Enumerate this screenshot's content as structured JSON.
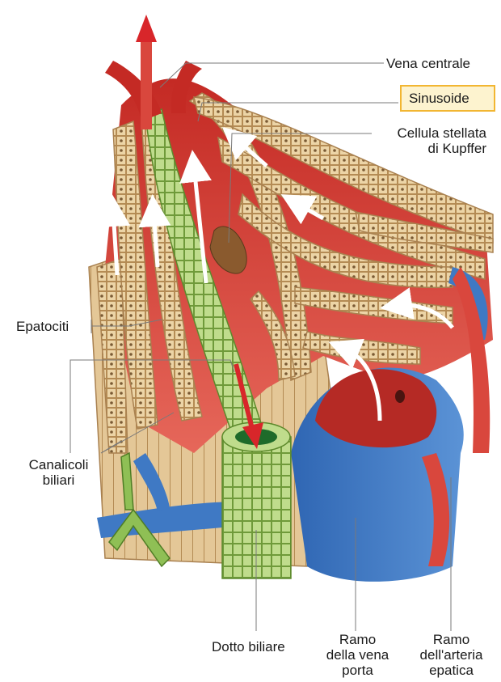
{
  "labels": {
    "vena_centrale": "Vena centrale",
    "sinusoide": "Sinusoide",
    "cellula_stellata_1": "Cellula stellata",
    "cellula_stellata_2": "di Kupffer",
    "epatociti": "Epatociti",
    "canalicoli_1": "Canalicoli",
    "canalicoli_2": "biliari",
    "dotto_biliare": "Dotto biliare",
    "ramo_vena_1": "Ramo",
    "ramo_vena_2": "della vena",
    "ramo_vena_3": "porta",
    "ramo_arteria_1": "Ramo",
    "ramo_arteria_2": "dell'arteria",
    "ramo_arteria_3": "epatica"
  },
  "colors": {
    "highlight_border": "#f2b632",
    "highlight_fill": "#fdf3cf",
    "hepatocyte": "#ead3a6",
    "sinusoid": "#d9473d",
    "portal_vein": "#3f79c4",
    "bile_duct": "#9cc25c",
    "flow_arrow": "#d8262a"
  }
}
